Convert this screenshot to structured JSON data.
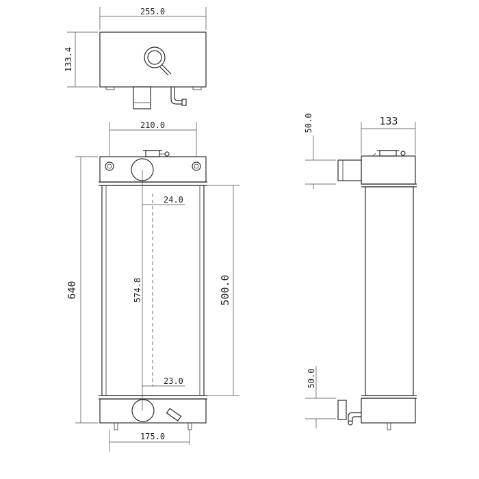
{
  "dimensions": {
    "top_width": "255.0",
    "top_height": "133.4",
    "front_core_width": "210.0",
    "front_height": "640",
    "core_height": "500.0",
    "pipe_center_span": "574.8",
    "upper_pipe_offset": "24.0",
    "lower_pipe_offset": "23.0",
    "bottom_width": "175.0",
    "side_depth": "133",
    "side_top_offset": "50.0",
    "side_bottom_offset": "50.0"
  }
}
